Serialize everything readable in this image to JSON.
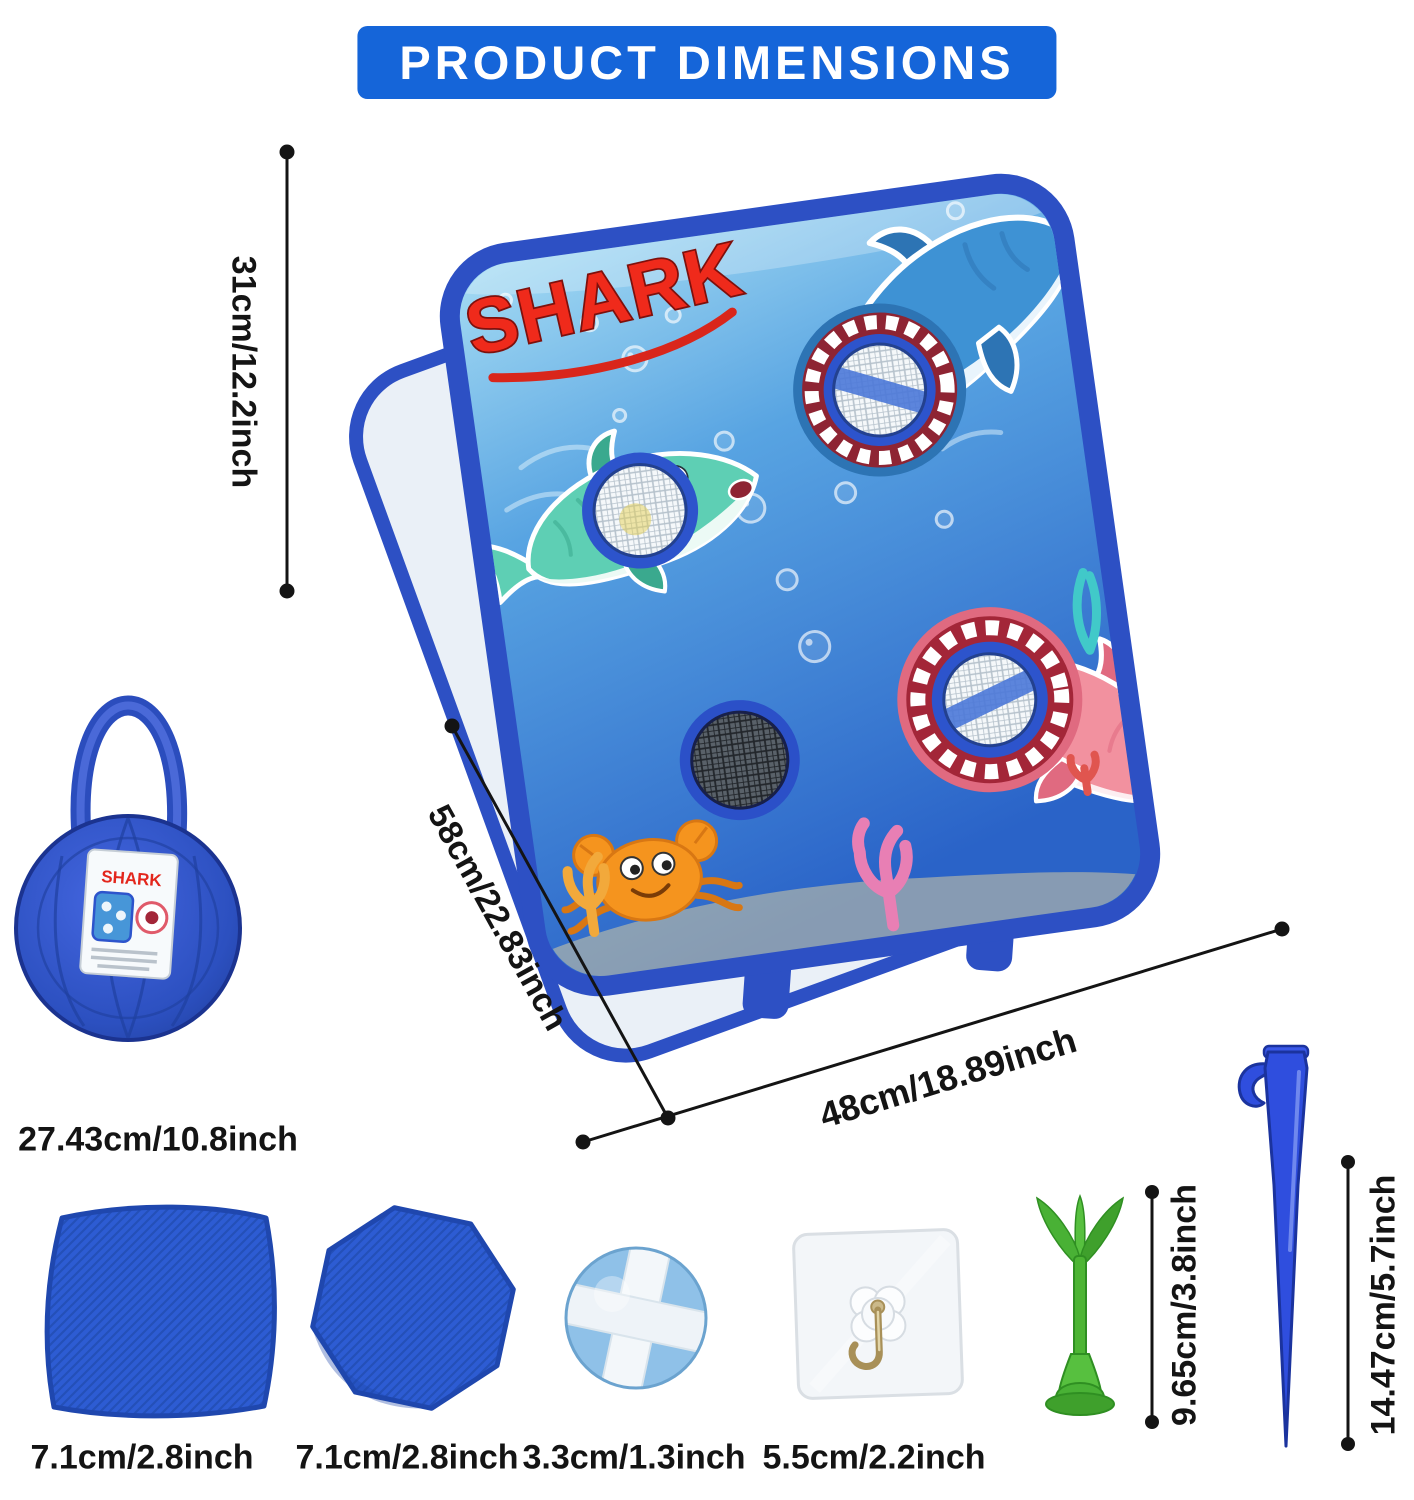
{
  "banner": {
    "title": "PRODUCT DIMENSIONS"
  },
  "board": {
    "logo_text": "SHARK",
    "height_label": "31cm/12.2inch",
    "side_label": "58cm/22.83inch",
    "width_label": "48cm/18.89inch"
  },
  "carry_bag": {
    "tag_text": "SHARK",
    "size_label": "27.43cm/10.8inch"
  },
  "accessories": [
    {
      "id": "bean-bag",
      "size_label": "7.1cm/2.8inch"
    },
    {
      "id": "toss-disc",
      "size_label": "7.1cm/2.8inch"
    },
    {
      "id": "sticky-ball",
      "size_label": "3.3cm/1.3inch"
    },
    {
      "id": "adhesive-hook",
      "size_label": "5.5cm/2.2inch"
    },
    {
      "id": "suction-dart",
      "size_label": "9.65cm/3.8inch"
    },
    {
      "id": "ground-stake",
      "size_label": "14.47cm/5.7inch"
    }
  ],
  "colors": {
    "banner_blue": "#1565d9",
    "board_border": "#2d50c4",
    "water_top": "#a9def4",
    "water_bottom": "#2a63c8",
    "logo_red": "#ef2a1b",
    "shark_blue": "#3e92d4",
    "shark_teal": "#5ecfb4",
    "shark_pink": "#f2919f",
    "crab_orange": "#f5941e",
    "item_blue": "#2d5cd3",
    "dart_green": "#4db534",
    "stake_blue": "#2f4ede",
    "dimension_text": "#141414"
  }
}
